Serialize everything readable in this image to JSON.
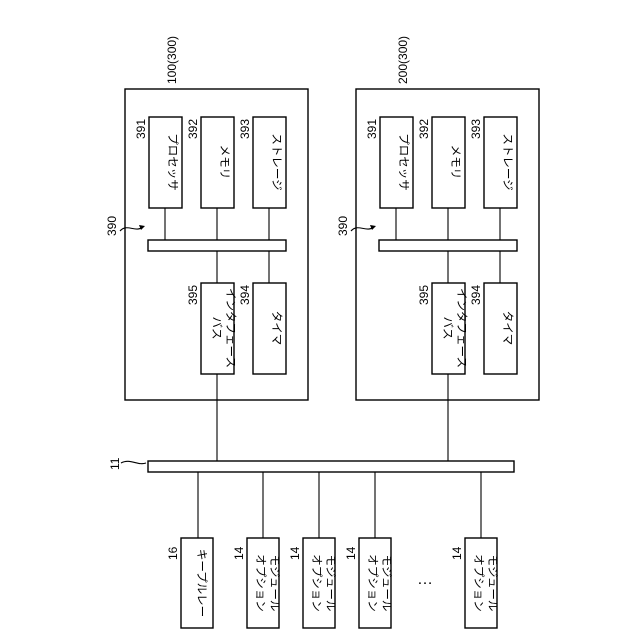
{
  "units": [
    {
      "ref": "100(300)",
      "bus_ref": "390",
      "processor": {
        "ref": "391",
        "label": "プロセッサ"
      },
      "memory": {
        "ref": "392",
        "label": "メモリ"
      },
      "storage": {
        "ref": "393",
        "label": "ストレージ"
      },
      "bus_interface": {
        "ref": "395",
        "line1": "バス",
        "line2": "インタフェース"
      },
      "timer": {
        "ref": "394",
        "label": "タイマ"
      }
    },
    {
      "ref": "200(300)",
      "bus_ref": "390",
      "processor": {
        "ref": "391",
        "label": "プロセッサ"
      },
      "memory": {
        "ref": "392",
        "label": "メモリ"
      },
      "storage": {
        "ref": "393",
        "label": "ストレージ"
      },
      "bus_interface": {
        "ref": "395",
        "line1": "バス",
        "line2": "インタフェース"
      },
      "timer": {
        "ref": "394",
        "label": "タイマ"
      }
    }
  ],
  "system_bus": {
    "ref": "11"
  },
  "keyplug": {
    "ref": "16",
    "label": "キープルレー"
  },
  "option_modules": [
    {
      "ref": "14",
      "line1": "オプション",
      "line2": "モジュール"
    },
    {
      "ref": "14",
      "line1": "オプション",
      "line2": "モジュール"
    },
    {
      "ref": "14",
      "line1": "オプション",
      "line2": "モジュール"
    },
    {
      "ref": "14",
      "line1": "オプション",
      "line2": "モジュール"
    }
  ],
  "ellipsis": "…"
}
